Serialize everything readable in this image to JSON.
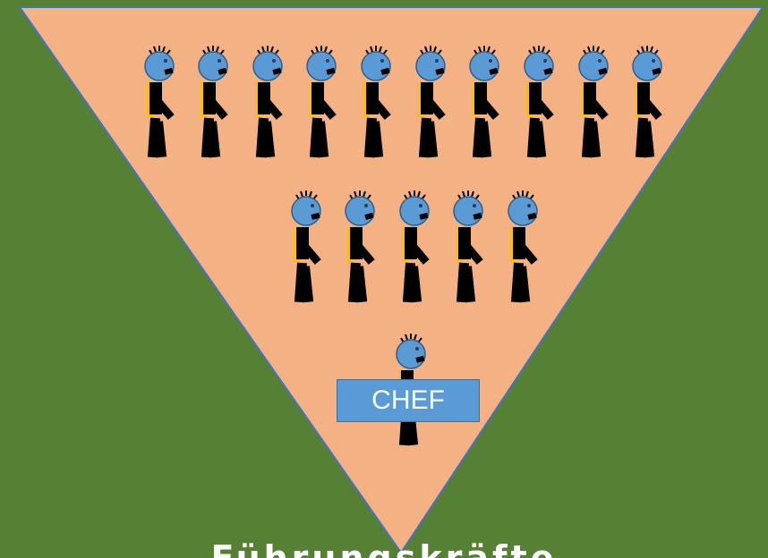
{
  "diagram": {
    "colors": {
      "background": "#568135",
      "triangle_fill": "#f4b183",
      "triangle_stroke": "#4472c4",
      "head": "#5b9bd5",
      "body": "#000000",
      "accent": "#ffc000",
      "label_fill": "#5b9bd5"
    },
    "rows": [
      {
        "name": "top-row",
        "count": 10
      },
      {
        "name": "middle-row",
        "count": 5
      },
      {
        "name": "bottom-row",
        "count": 1
      }
    ],
    "chef_label": "CHEF",
    "caption": "Führungskräfte"
  }
}
